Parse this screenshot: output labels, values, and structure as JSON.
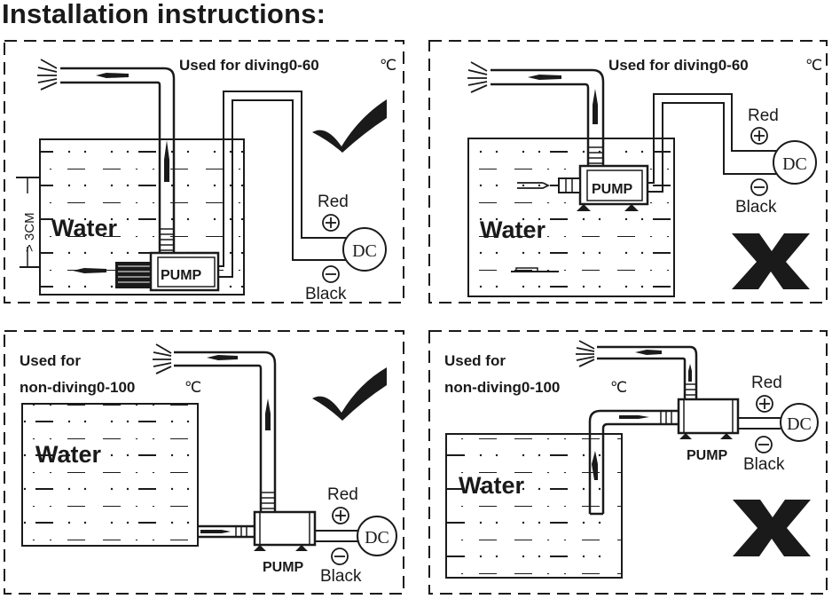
{
  "title": "Installation instructions:",
  "panels": [
    {
      "id": "top-left",
      "caption_line1": "Used for diving0-60",
      "caption_line2": "",
      "unit": "℃",
      "water_label": "Water",
      "pump_label": "PUMP",
      "depth_label": "> 3CM",
      "dc_label": "DC",
      "red_label": "Red",
      "black_label": "Black",
      "plus_symbol": "+",
      "minus_symbol": "−",
      "verdict": "correct",
      "verdict_icon": "check-icon"
    },
    {
      "id": "top-right",
      "caption_line1": "Used for diving0-60",
      "caption_line2": "",
      "unit": "℃",
      "water_label": "Water",
      "pump_label": "PUMP",
      "dc_label": "DC",
      "red_label": "Red",
      "black_label": "Black",
      "plus_symbol": "+",
      "minus_symbol": "−",
      "verdict": "incorrect",
      "verdict_icon": "cross-icon"
    },
    {
      "id": "bottom-left",
      "caption_line1": "Used for",
      "caption_line2": "non-diving0-100",
      "unit": "℃",
      "water_label": "Water",
      "pump_label": "PUMP",
      "dc_label": "DC",
      "red_label": "Red",
      "black_label": "Black",
      "plus_symbol": "+",
      "minus_symbol": "−",
      "verdict": "correct",
      "verdict_icon": "check-icon"
    },
    {
      "id": "bottom-right",
      "caption_line1": "Used for",
      "caption_line2": "non-diving0-100",
      "unit": "℃",
      "water_label": "Water",
      "pump_label": "PUMP",
      "dc_label": "DC",
      "red_label": "Red",
      "black_label": "Black",
      "plus_symbol": "+",
      "minus_symbol": "−",
      "verdict": "incorrect",
      "verdict_icon": "cross-icon"
    }
  ],
  "colors": {
    "ink": "#1a1a1a",
    "background": "#ffffff"
  }
}
